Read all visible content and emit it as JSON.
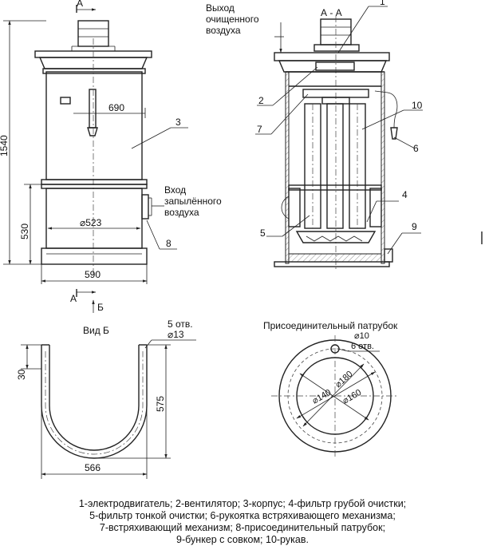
{
  "views": {
    "front": {
      "section_mark": "А",
      "height": "1540",
      "width_top": "690",
      "diameter": "⌀523",
      "lower_height": "530",
      "width_base": "590",
      "arrow_a": "А",
      "arrow_b": "Б",
      "callout_3": "3",
      "callout_8": "8",
      "inlet_label_1": "Вход",
      "inlet_label_2": "запылённого",
      "inlet_label_3": "воздуха"
    },
    "section": {
      "title": "А - А",
      "outlet_label_1": "Выход",
      "outlet_label_2": "очищенного",
      "outlet_label_3": "воздуха",
      "callouts": [
        "1",
        "2",
        "7",
        "10",
        "6",
        "4",
        "5",
        "9"
      ]
    },
    "view_b": {
      "title": "Вид Б",
      "holes_1": "5 отв.",
      "holes_2": "⌀13",
      "dim_30": "30",
      "dim_575": "575",
      "dim_566": "566"
    },
    "nozzle": {
      "title": "Присоединительный патрубок",
      "holes_1": "⌀10",
      "holes_2": "6 отв.",
      "d140": "⌀140",
      "d180": "⌀180",
      "d160": "⌀160"
    }
  },
  "legend": [
    "1-электродвигатель; 2-вентилятор; 3-корпус; 4-фильтр грубой очистки;",
    "5-фильтр тонкой очистки; 6-рукоятка встряхивающего механизма;",
    "7-встряхивающий механизм; 8-присоединительный патрубок;",
    "9-бункер с совком; 10-рукав."
  ]
}
